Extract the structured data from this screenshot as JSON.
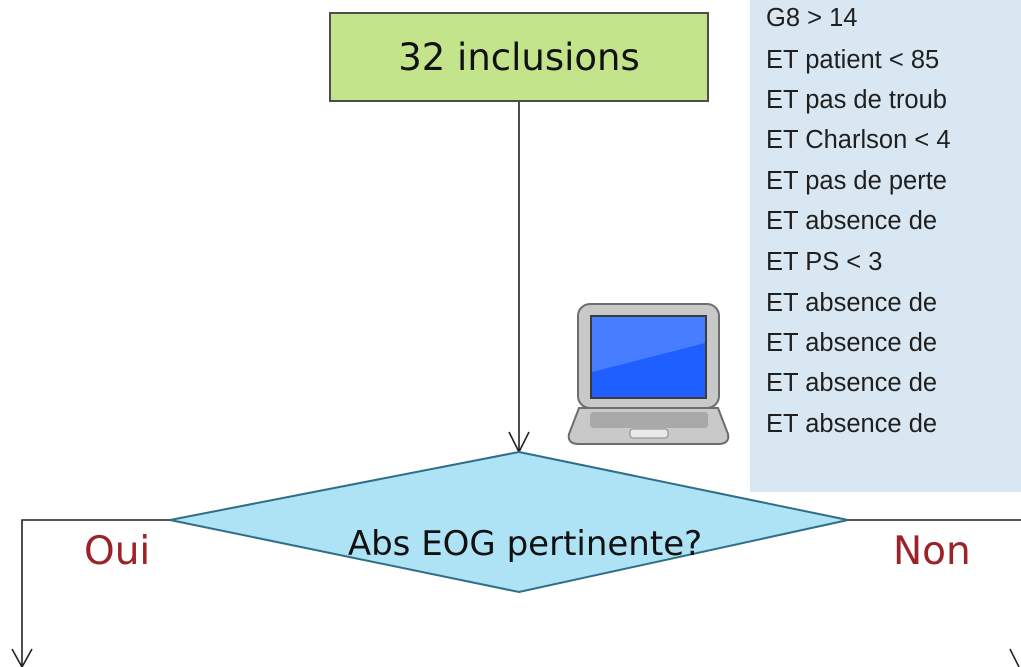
{
  "flowchart": {
    "start_box": {
      "label": "32 inclusions"
    },
    "decision": {
      "label": "Abs EOG pertinente?"
    },
    "branches": {
      "yes": "Oui",
      "no": "Non"
    },
    "criteria": [
      "G8 > 14",
      "ET patient < 85",
      "ET pas de troub",
      "ET Charlson < 4",
      "ET pas de perte",
      "ET absence de",
      "ET PS < 3",
      "ET absence de",
      "ET absence de",
      "ET absence de",
      "ET absence de"
    ],
    "icon": "laptop-icon",
    "colors": {
      "start_box_fill": "#c4e48c",
      "decision_fill": "#aee3f6",
      "criteria_panel": "#d8e7f1",
      "branch_text": "#9b2226"
    }
  }
}
